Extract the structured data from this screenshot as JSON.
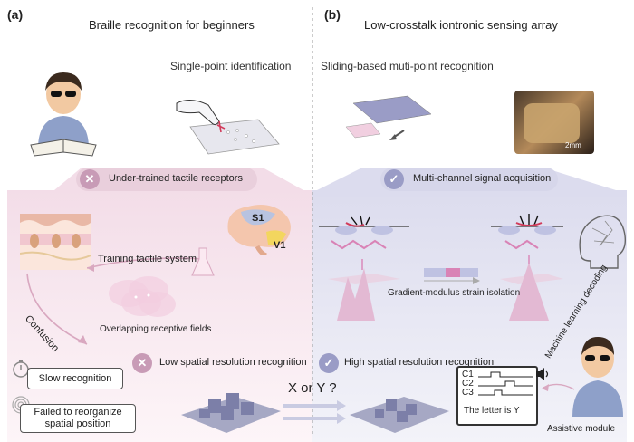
{
  "panel_a": {
    "letter": "(a)",
    "title": "Braille recognition for beginners",
    "subtitle": "Single-point identification",
    "pill": "Under-trained tactile receptors",
    "training_label": "Training tactile system",
    "brain_s1": "S1",
    "brain_v1": "V1",
    "confusion_label": "Confusion",
    "receptive_label": "Overlapping receptive fields",
    "resolution_label": "Low spatial resolution recognition",
    "slow_box": "Slow recognition",
    "failed_box_line1": "Failed to reorganize",
    "failed_box_line2": "spatial position",
    "pill_icon": "x-mark-icon",
    "resolution_icon": "x-mark-icon"
  },
  "panel_b": {
    "letter": "(b)",
    "title": "Low-crosstalk iontronic sensing array",
    "subtitle": "Sliding-based muti-point recognition",
    "pill": "Multi-channel signal acquisition",
    "gradient_label": "Gradient-modulus strain isolation",
    "ml_label": "Machine learning decoding",
    "resolution_label": "High spatial resolution recognition",
    "scale_label": "2mm",
    "screen_c1": "C1",
    "screen_c2": "C2",
    "screen_c3": "C3",
    "screen_text": "The letter is  Y",
    "assistive_label": "Assistive module",
    "pill_icon": "check-mark-icon",
    "resolution_icon": "check-mark-icon"
  },
  "center_question": "X or Y ?",
  "colors": {
    "pink_pill": "#e9cfdc",
    "pink_badge": "#c89bb6",
    "blue_pill": "#d6d6ea",
    "blue_badge": "#9a9cc6",
    "pink_bg": "#fbf0f5",
    "blue_bg": "#eeeff8"
  }
}
